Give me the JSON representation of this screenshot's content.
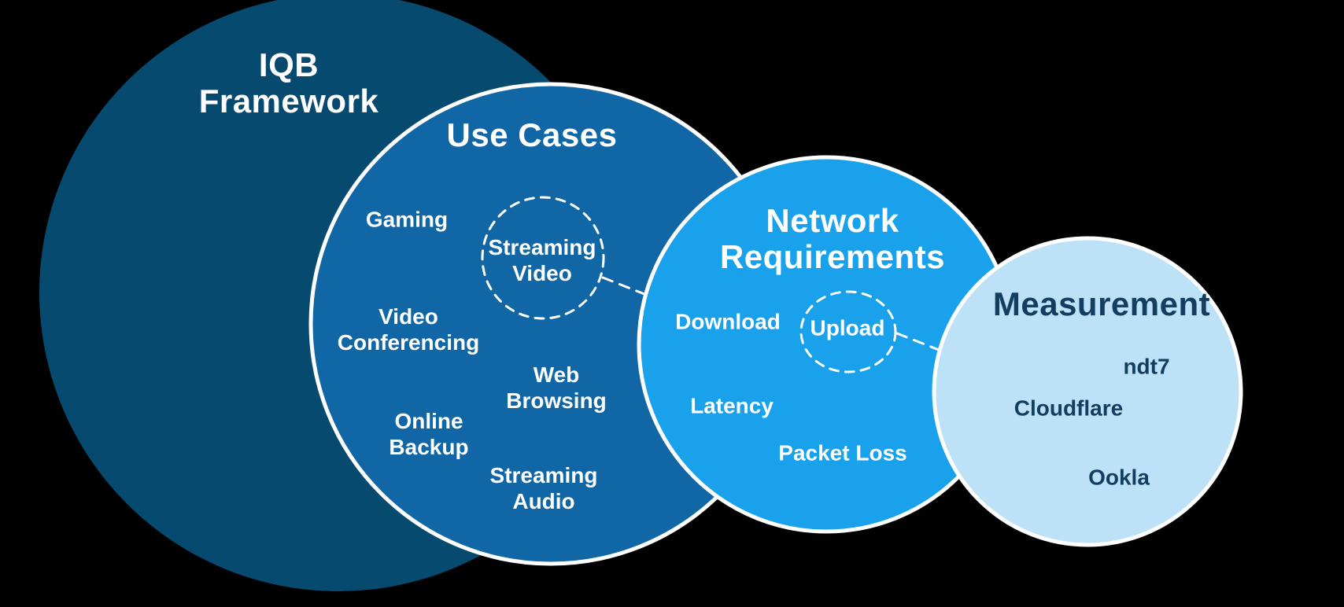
{
  "colors": {
    "background": "#000000",
    "iqb_fill": "#074A70",
    "use_cases_fill": "#1166A6",
    "network_fill": "#19A1EC",
    "measurement_fill": "#BDE2F7",
    "light_text": "#FFFFFF",
    "measurement_text": "#133E60",
    "outline": "#FFFFFF"
  },
  "iqb": {
    "title": "IQB\nFramework"
  },
  "use_cases": {
    "title": "Use Cases",
    "items": {
      "gaming": "Gaming",
      "streaming_video": "Streaming\nVideo",
      "video_conferencing": "Video\nConferencing",
      "web_browsing": "Web\nBrowsing",
      "online_backup": "Online\nBackup",
      "streaming_audio": "Streaming\nAudio"
    }
  },
  "network_requirements": {
    "title": "Network\nRequirements",
    "items": {
      "download": "Download",
      "upload": "Upload",
      "latency": "Latency",
      "packet_loss": "Packet Loss"
    }
  },
  "measurement": {
    "title": "Measurement",
    "items": {
      "ndt7": "ndt7",
      "cloudflare": "Cloudflare",
      "ookla": "Ookla"
    }
  }
}
